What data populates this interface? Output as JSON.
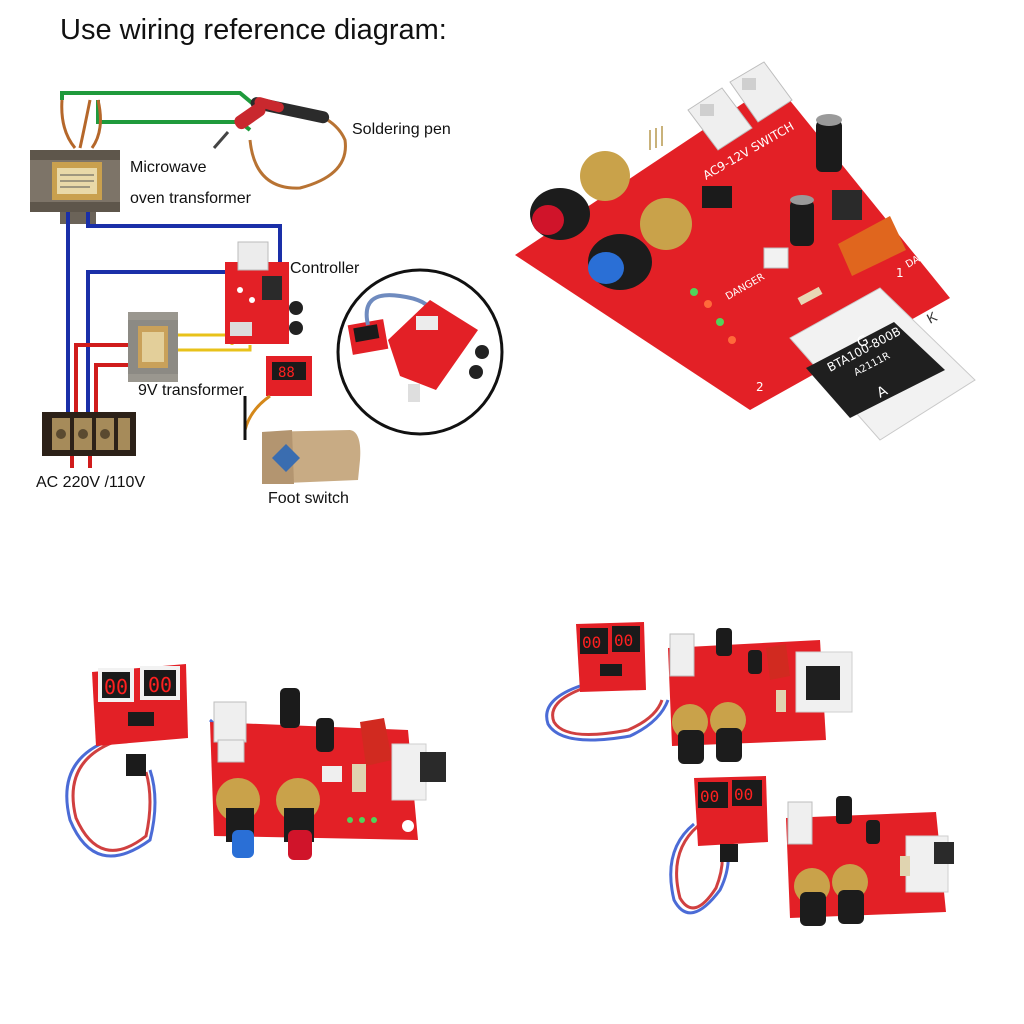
{
  "diagram": {
    "title": "Use wiring reference diagram:",
    "labels": {
      "pen": "Soldering pen",
      "mot_line1": "Microwave",
      "mot_line2": "oven transformer",
      "controller": "Controller",
      "xfmr9v": "9V transformer",
      "mains": "AC 220V /110V",
      "foot": "Foot switch"
    }
  },
  "board": {
    "silkscreen": {
      "model": "AC9-12V SWITCH",
      "thyristor": "BTA100-800B",
      "thyristor_code": "A2111R",
      "warning": "DANGER",
      "pin1": "1",
      "pin2": "2",
      "gate": "G",
      "anode": "A",
      "cathode": "K"
    },
    "display_digits": "00"
  },
  "colors": {
    "pcb_red": "#e32026",
    "wire_green": "#1f9a3c",
    "wire_blue": "#1a2fa8",
    "wire_red": "#d01c1c",
    "wire_yellow": "#e8c21a",
    "knob_red": "#d0142a",
    "knob_blue": "#2a6fd6",
    "led_digit": "#ff2020"
  }
}
